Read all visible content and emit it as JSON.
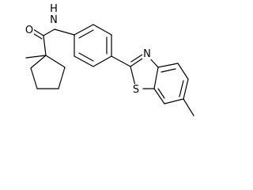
{
  "structure": {
    "atoms": {
      "carbonyl_oxygen": "O",
      "amide_nitrogen": "H",
      "amide_nitrogen_hydrogen": "N",
      "thiazole_nitrogen": "N",
      "thiazole_sulfur": "S"
    },
    "colors": {
      "bond": "#000000",
      "label": "#000000",
      "background": "#ffffff"
    }
  }
}
